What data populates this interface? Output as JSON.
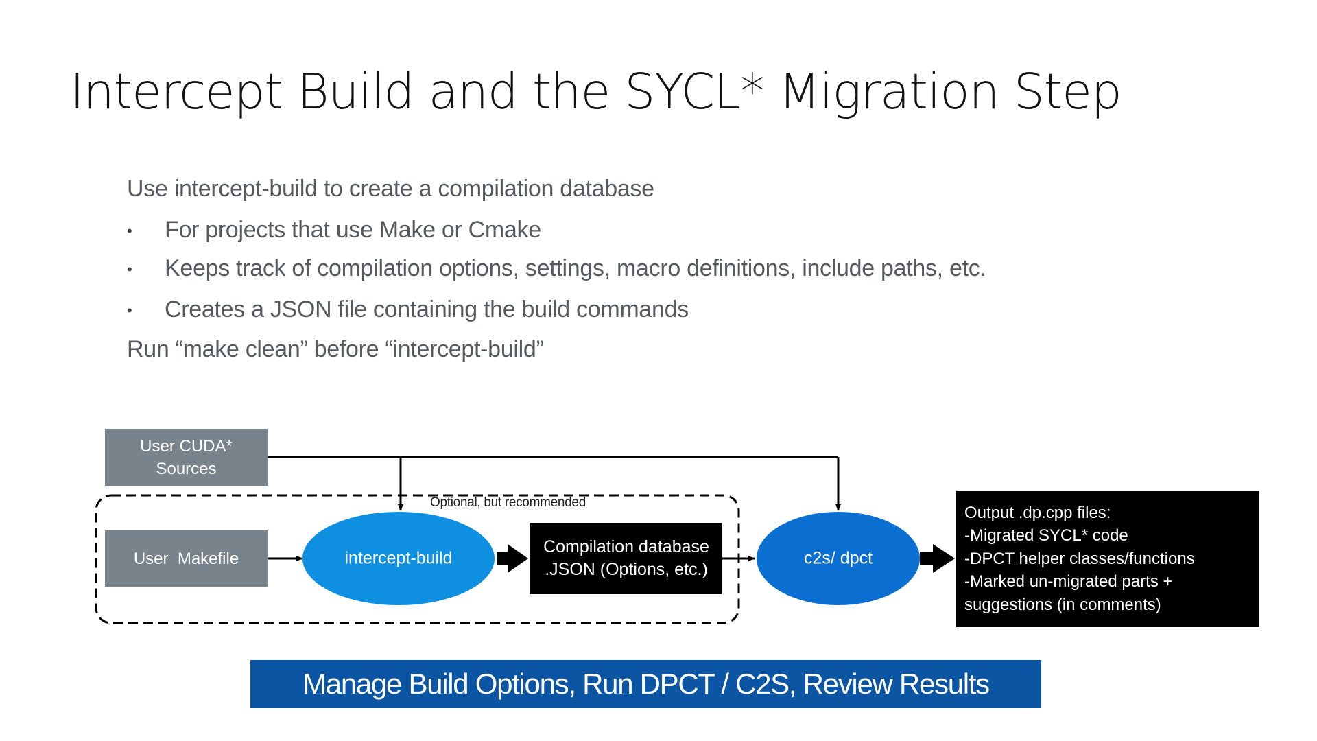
{
  "slide": {
    "title": "Intercept Build and the SYCL* Migration Step",
    "intro": "Use intercept-build to create a compilation database",
    "bullets": [
      "For projects that use Make or Cmake",
      "Keeps track of compilation options, settings, macro definitions, include paths, etc.",
      "Creates a JSON file containing the build commands"
    ],
    "bullet_glyph": "•",
    "note": "Run “make clean” before “intercept-build”"
  },
  "diagram": {
    "cuda_sources": {
      "line1": "User CUDA*",
      "line2": "Sources"
    },
    "makefile": "User  Makefile",
    "optional_label": "Optional, but recommended",
    "intercept_build": "intercept-build",
    "compilation_db": {
      "line1": "Compilation database",
      "line2": ".JSON (Options, etc.)"
    },
    "c2s_dpct": "c2s/ dpct",
    "output": {
      "lines": [
        "Output .dp.cpp files:",
        "-Migrated SYCL* code",
        "-DPCT helper classes/functions",
        "-Marked un-migrated parts +",
        "suggestions (in comments)"
      ]
    },
    "colors": {
      "source_box": "#78838c",
      "intercept_ellipse": "#0f8fe0",
      "c2s_ellipse": "#0a6fd1",
      "black_box": "#000000",
      "banner": "#0b55a3"
    }
  },
  "banner": "Manage Build Options, Run DPCT / C2S, Review Results"
}
